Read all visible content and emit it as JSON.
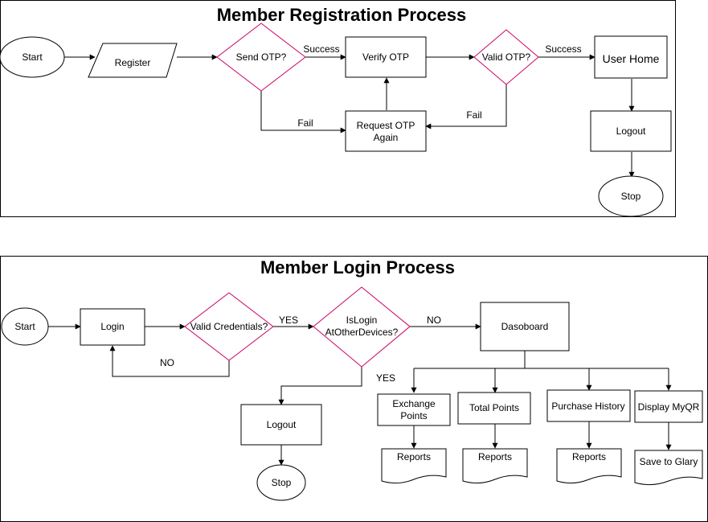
{
  "registration": {
    "title": "Member Registration Process",
    "start": "Start",
    "register": "Register",
    "send_otp": "Send OTP?",
    "success_1": "Success",
    "verify_otp": "Verify OTP",
    "valid_otp": "Valid OTP?",
    "success_2": "Success",
    "user_home": "User Home",
    "fail_1": "Fail",
    "request_otp_line1": "Request OTP",
    "request_otp_line2": "Again",
    "fail_2": "Fail",
    "logout": "Logout",
    "stop": "Stop"
  },
  "login": {
    "title": "Member Login Process",
    "start": "Start",
    "login": "Login",
    "valid_credentials": "Valid Credentials?",
    "yes_1": "YES",
    "islogin_line1": "IsLogin",
    "islogin_line2": "AtOtherDevices?",
    "no_1": "NO",
    "dashboard": "Dasoboard",
    "no_2": "NO",
    "yes_2": "YES",
    "logout": "Logout",
    "stop": "Stop",
    "exchange_line1": "Exchange",
    "exchange_line2": "Points",
    "total_points": "Total Points",
    "purchase_history": "Purchase History",
    "display_myqr": "Display MyQR",
    "reports_1": "Reports",
    "reports_2": "Reports",
    "reports_3": "Reports",
    "save_to_glary": "Save to Glary"
  }
}
